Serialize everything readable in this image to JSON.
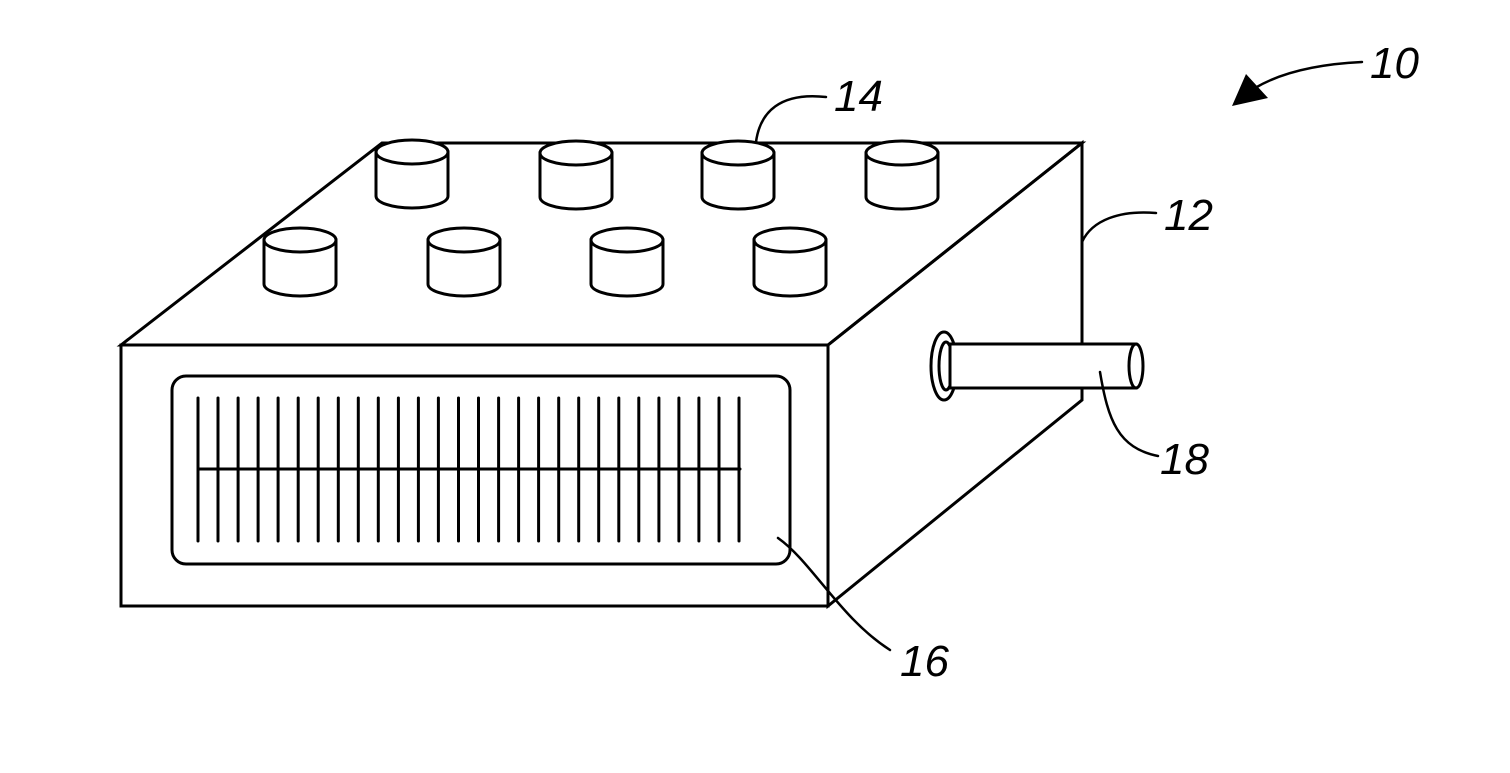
{
  "figure": {
    "references": {
      "device": "10",
      "housing": "12",
      "button": "14",
      "display": "16",
      "connector": "18"
    },
    "button_count": 8,
    "display_tick_count": 28
  }
}
